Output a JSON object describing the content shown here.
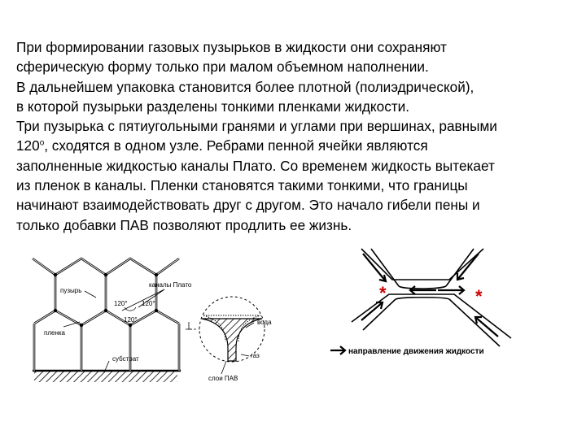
{
  "paragraph": {
    "line1": "При формировании газовых пузырьков в жидкости они сохраняют",
    "line2": "сферическую форму только при малом объемном наполнении.",
    "line3": "В дальнейшем упаковка становится более плотной (полиэдрической),",
    "line4": "в которой пузырьки разделены тонкими пленками жидкости.",
    "line5": "Три пузырька с пятиугольными гранями и углами при вершинах, равными",
    "line6_a": "120",
    "line6_sup": "о",
    "line6_b": ", сходятся в одном узле. Ребрами пенной ячейки являются",
    "line7": "заполненные жидкостью каналы Плато. Со временем жидкость вытекает",
    "line8": "из пленок в каналы. Пленки становятся такими тонкими, что границы",
    "line9": "начинают взаимодействовать друг с другом. Это начало гибели пены и",
    "line10": "только добавки ПАВ позволяют продлить ее жизнь."
  },
  "figure_foam": {
    "label_bubble": "пузырь",
    "label_channels": "каналы Плато",
    "label_angle_1": "120°",
    "label_angle_2": "120°",
    "label_angle_3": "120°",
    "label_film": "пленка",
    "label_substrate": "субстрат",
    "label_water": "вода",
    "label_gas": "газ",
    "label_surfactant": "слои ПАВ"
  },
  "figure_flow": {
    "legend_text": "направление движения жидкости",
    "marker": "*",
    "marker_color": "#cc0000"
  }
}
